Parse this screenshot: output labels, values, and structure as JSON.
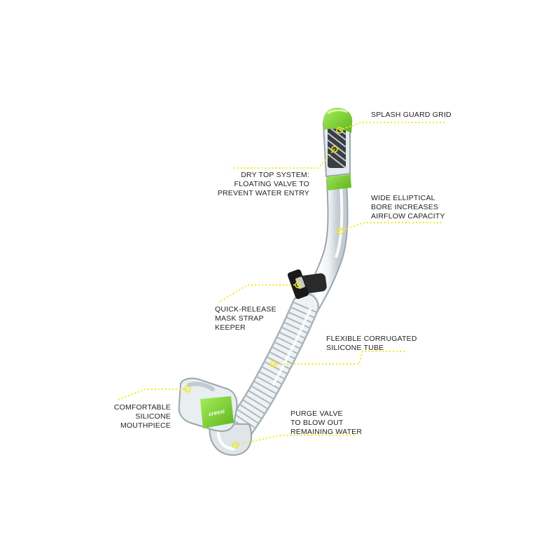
{
  "brand": {
    "logo_text": "cressi",
    "accent_color": "#7ed321",
    "leader_color": "#f2ea1a"
  },
  "callouts": {
    "splash_guard": {
      "lines": [
        "SPLASH GUARD GRID"
      ]
    },
    "dry_top": {
      "lines": [
        "DRY TOP SYSTEM:",
        "FLOATING VALVE TO",
        "PREVENT WATER ENTRY"
      ]
    },
    "bore": {
      "lines": [
        "WIDE ELLIPTICAL",
        "BORE INCREASES",
        "AIRFLOW CAPACITY"
      ]
    },
    "keeper": {
      "lines": [
        "QUICK-RELEASE",
        "MASK STRAP",
        "KEEPER"
      ]
    },
    "tube": {
      "lines": [
        "FLEXIBLE CORRUGATED",
        "SILICONE TUBE"
      ]
    },
    "mouthpiece": {
      "lines": [
        "COMFORTABLE",
        "SILICONE",
        "MOUTHPIECE"
      ]
    },
    "purge": {
      "lines": [
        "PURGE VALVE",
        "TO BLOW OUT",
        "REMAINING WATER"
      ]
    }
  }
}
